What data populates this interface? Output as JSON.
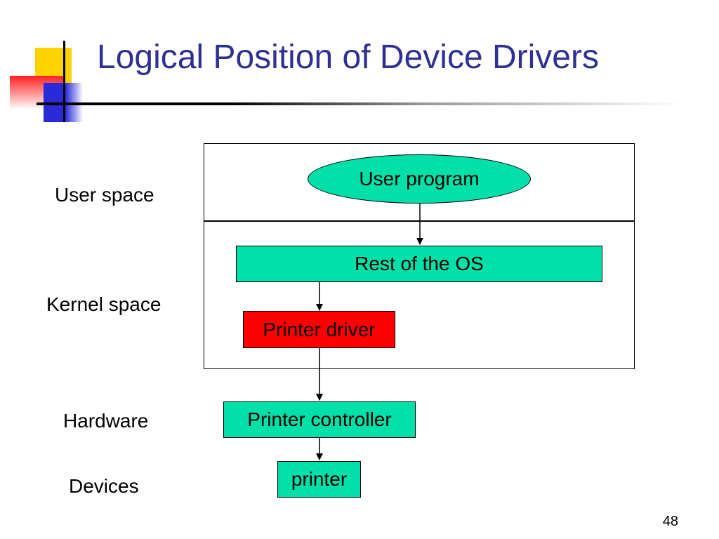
{
  "slide": {
    "title": "Logical Position of Device Drivers",
    "page_number": "48"
  },
  "labels": {
    "user_space": "User space",
    "kernel_space": "Kernel space",
    "hardware": "Hardware",
    "devices": "Devices"
  },
  "nodes": {
    "user_program": "User program",
    "rest_of_os": "Rest of the OS",
    "printer_driver": "Printer driver",
    "printer_controller": "Printer controller",
    "printer": "printer"
  },
  "colors": {
    "title": "#2e3192",
    "teal_fill": "#00e0a8",
    "driver_fill": "#ff0000"
  },
  "edges": [
    [
      "user_program",
      "rest_of_os"
    ],
    [
      "rest_of_os",
      "printer_driver"
    ],
    [
      "printer_driver",
      "printer_controller"
    ],
    [
      "printer_controller",
      "printer"
    ]
  ]
}
